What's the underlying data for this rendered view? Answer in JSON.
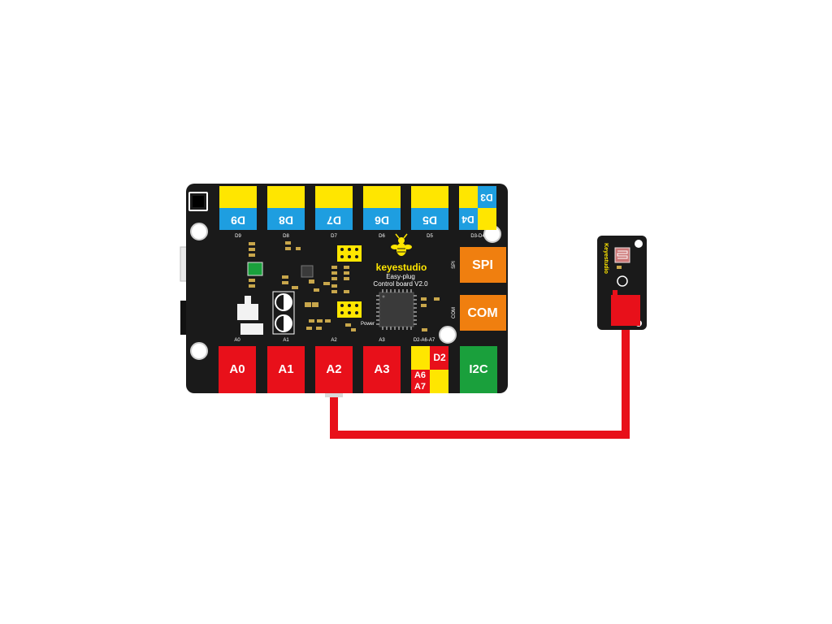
{
  "board": {
    "brand": "keyestudio",
    "model_line1": "Easy-plug",
    "model_line2": "Control board  V2.0",
    "top_ports": [
      "D9",
      "D8",
      "D7",
      "D6",
      "D5"
    ],
    "dual_port": {
      "upper": "D3",
      "lower": "D4",
      "silk": "D3-D4"
    },
    "bottom_ports": [
      "A0",
      "A1",
      "A2",
      "A3"
    ],
    "analog_dual": {
      "d": "D2",
      "a6": "A6",
      "a7": "A7",
      "silk": "D2-A6-A7"
    },
    "side_ports": {
      "spi": "SPI",
      "com": "COM",
      "i2c": "I2C"
    },
    "silk_labels": {
      "spi": "SPI",
      "com": "COM",
      "power": "Power"
    }
  },
  "module": {
    "brand": "Keyestudio"
  },
  "colors": {
    "board": "#1a1a1a",
    "yellow": "#ffe600",
    "blue": "#1e9ee0",
    "red": "#e8101a",
    "orange": "#f07f0f",
    "green": "#1aa03c",
    "cable": "#e8101a"
  }
}
